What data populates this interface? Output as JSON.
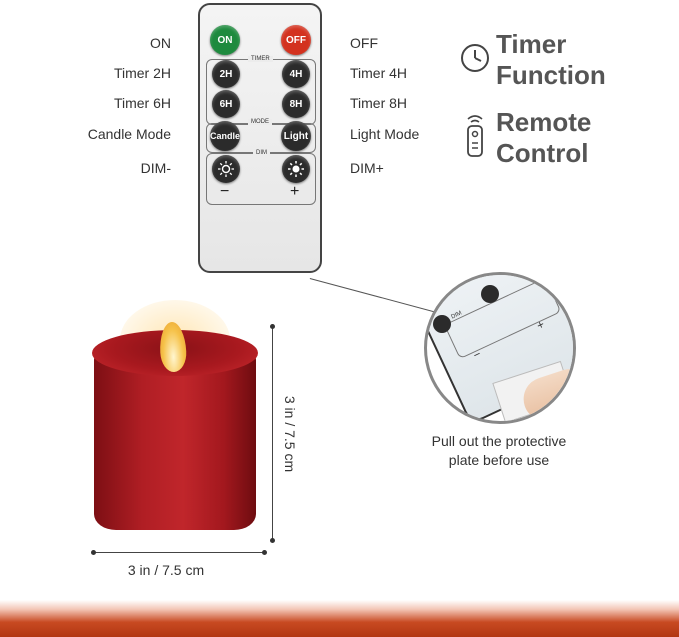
{
  "remote": {
    "buttons": {
      "on": "ON",
      "off": "OFF",
      "h2": "2H",
      "h4": "4H",
      "h6": "6H",
      "h8": "8H",
      "candle": "Candle",
      "light": "Light",
      "minus": "−",
      "plus": "+"
    },
    "groups": {
      "timer": "TIMER",
      "mode": "MODE",
      "dim": "DIM"
    }
  },
  "labels": {
    "left": [
      "ON",
      "Timer 2H",
      "Timer 6H",
      "Candle Mode",
      "DIM-"
    ],
    "right": [
      "OFF",
      "Timer 4H",
      "Timer 8H",
      "Light Mode",
      "DIM+"
    ]
  },
  "features": {
    "timer_line1": "Timer",
    "timer_line2": "Function",
    "remote_line1": "Remote",
    "remote_line2": "Control"
  },
  "inset": {
    "caption_line1": "Pull out the protective",
    "caption_line2": "plate before use",
    "dim_label": "DIM",
    "minus": "−",
    "plus": "+"
  },
  "dimensions": {
    "height": "3 in / 7.5 cm",
    "width": "3 in / 7.5 cm"
  },
  "colors": {
    "on_button": "#1e8a3e",
    "off_button": "#d3321f",
    "candle": "#b01e24",
    "flame": "#f6c24a",
    "bottom_bar": "#b23612"
  }
}
